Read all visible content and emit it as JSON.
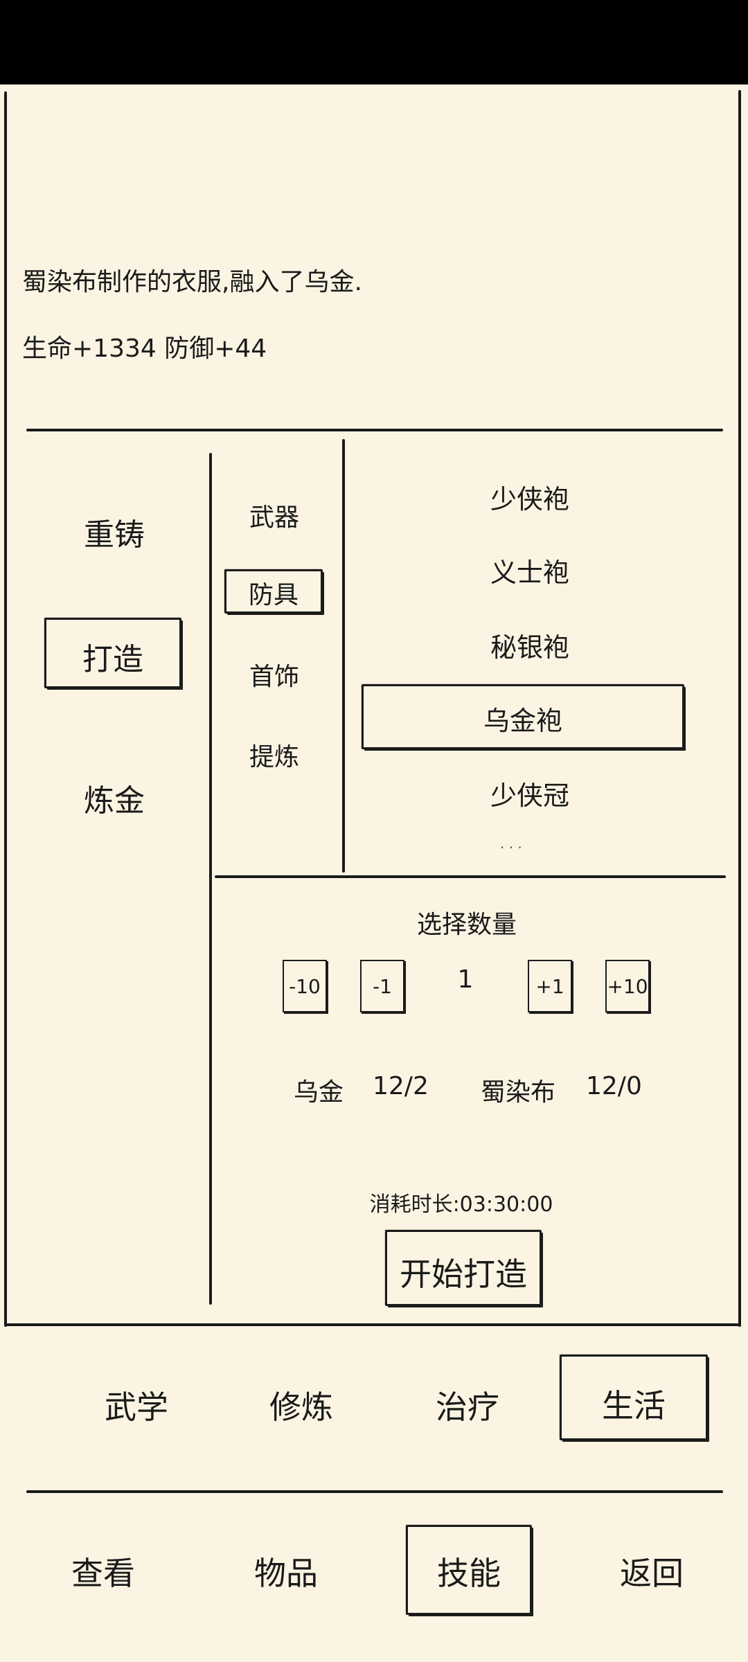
{
  "description": {
    "line1": "蜀染布制作的衣服,融入了乌金.",
    "line2": "生命+1334 防御+44"
  },
  "categories": [
    {
      "label": "重铸",
      "selected": false
    },
    {
      "label": "打造",
      "selected": true
    },
    {
      "label": "炼金",
      "selected": false
    }
  ],
  "subcategories": [
    {
      "label": "武器",
      "selected": false
    },
    {
      "label": "防具",
      "selected": true
    },
    {
      "label": "首饰",
      "selected": false
    },
    {
      "label": "提炼",
      "selected": false
    }
  ],
  "items": [
    {
      "label": "少侠袍",
      "selected": false
    },
    {
      "label": "义士袍",
      "selected": false
    },
    {
      "label": "秘银袍",
      "selected": false
    },
    {
      "label": "乌金袍",
      "selected": true
    },
    {
      "label": "少侠冠",
      "selected": false
    }
  ],
  "quantity": {
    "title": "选择数量",
    "minus10": "-10",
    "minus1": "-1",
    "value": "1",
    "plus1": "+1",
    "plus10": "+10"
  },
  "materials": [
    {
      "name": "乌金",
      "count": "12/2"
    },
    {
      "name": "蜀染布",
      "count": "12/0"
    }
  ],
  "duration": "消耗时长:03:30:00",
  "start_button": "开始打造",
  "skill_tabs": [
    {
      "label": "武学",
      "selected": false
    },
    {
      "label": "修炼",
      "selected": false
    },
    {
      "label": "治疗",
      "selected": false
    },
    {
      "label": "生活",
      "selected": true
    }
  ],
  "bottom_nav": [
    {
      "label": "查看",
      "selected": false
    },
    {
      "label": "物品",
      "selected": false
    },
    {
      "label": "技能",
      "selected": true
    },
    {
      "label": "返回",
      "selected": false
    }
  ],
  "colors": {
    "background": "#fbf4e3",
    "ink": "#1b1b1b",
    "status_bar": "#000000"
  }
}
